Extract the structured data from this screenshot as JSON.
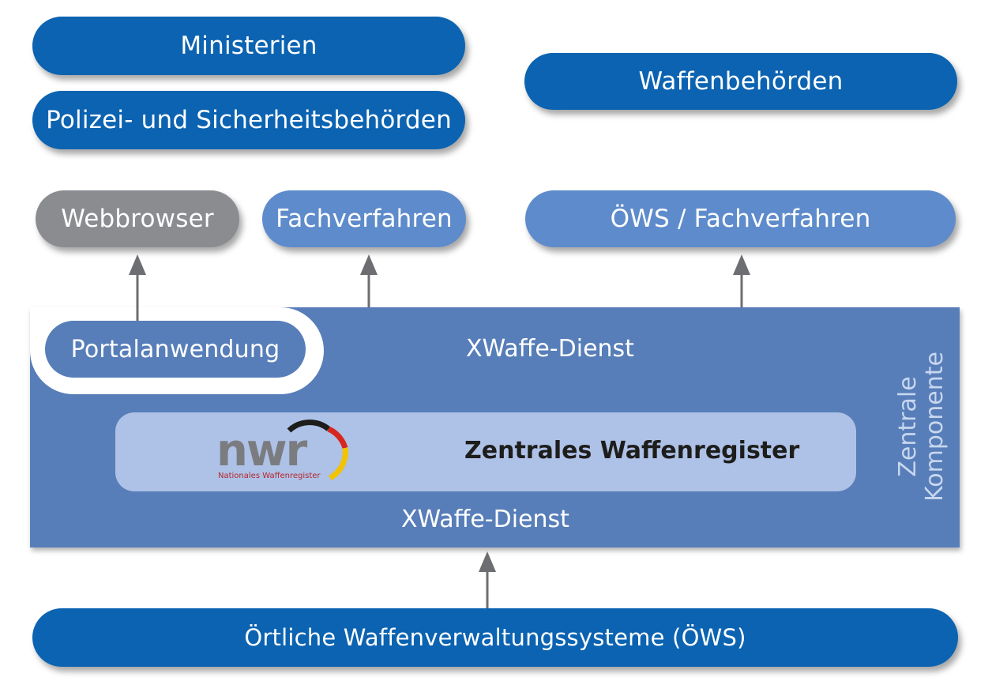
{
  "nodes": {
    "ministerien": "Ministerien",
    "polizei": "Polizei- und Sicherheitsbehörden",
    "waffenbehoerden": "Waffenbehörden",
    "webbrowser": "Webbrowser",
    "fachverfahren": "Fachverfahren",
    "oews_fachverfahren": "ÖWS / Fachverfahren",
    "portalanwendung": "Portalanwendung",
    "xwaffe_dienst_top": "XWaffe-Dienst",
    "zentrales_waffenregister": "Zentrales Waffenregister",
    "xwaffe_dienst_bottom": "XWaffe-Dienst",
    "zentrale_line1": "Zentrale",
    "zentrale_line2": "Komponente",
    "oews": "Örtliche Waffenverwaltungssysteme (ÖWS)"
  },
  "logo": {
    "letters": "nwr",
    "subtitle": "Nationales Waffenregister"
  },
  "colors": {
    "dark_blue": "#0b63b1",
    "mid_blue": "#5e8bcb",
    "panel_blue": "#577eb9",
    "light_blue": "#aec1e6",
    "grey": "#8a8c90",
    "arrow": "#6d6e71"
  }
}
